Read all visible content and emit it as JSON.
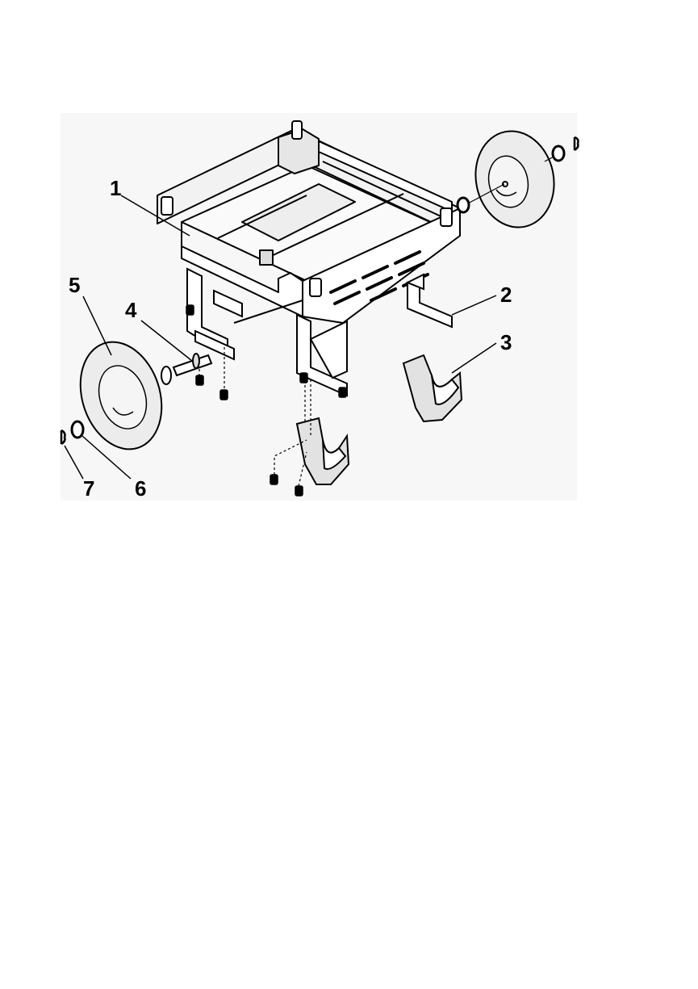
{
  "callouts": [
    {
      "id": "1",
      "text": "1"
    },
    {
      "id": "2",
      "text": "2"
    },
    {
      "id": "3",
      "text": "3"
    },
    {
      "id": "4",
      "text": "4"
    },
    {
      "id": "5",
      "text": "5"
    },
    {
      "id": "6",
      "text": "6"
    },
    {
      "id": "7",
      "text": "7"
    }
  ],
  "colors": {
    "ink": "#000000",
    "paper": "#ffffff",
    "tire_fill": "#ececec",
    "guard_fill": "#e2e2e2"
  },
  "parts": [
    {
      "callout": "1",
      "icon": "cart-frame-icon"
    },
    {
      "callout": "2",
      "icon": "mounting-bracket-icon"
    },
    {
      "callout": "3",
      "icon": "caster-guard-icon"
    },
    {
      "callout": "4",
      "icon": "axle-icon"
    },
    {
      "callout": "5",
      "icon": "wheel-icon"
    },
    {
      "callout": "6",
      "icon": "washer-icon"
    },
    {
      "callout": "7",
      "icon": "cotter-pin-icon"
    }
  ]
}
